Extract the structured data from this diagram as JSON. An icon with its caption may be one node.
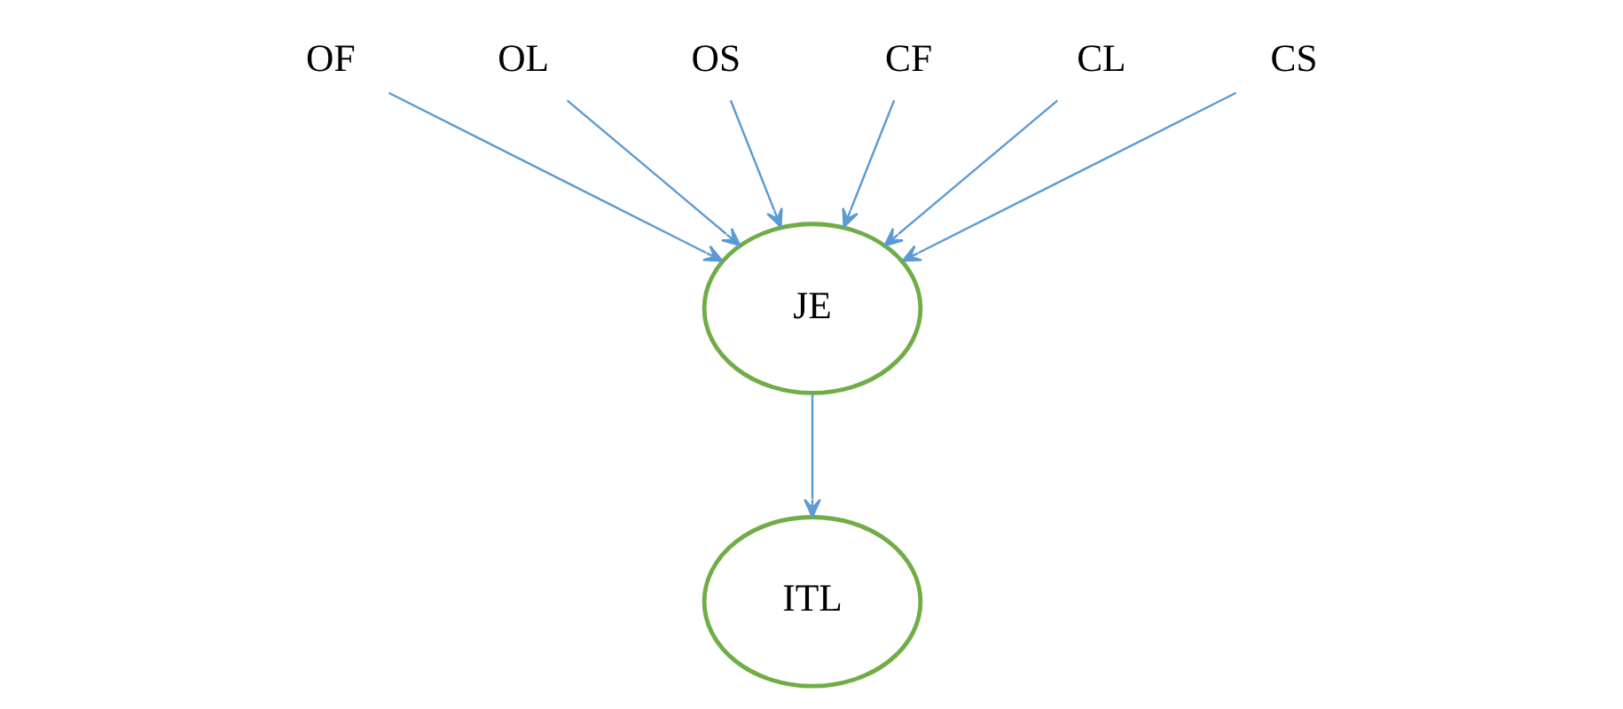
{
  "diagram": {
    "nodes": [
      {
        "text": [
          "OF"
        ]
      },
      {
        "text": [
          "OL"
        ]
      },
      {
        "text": [
          "OS"
        ]
      },
      {
        "text": [
          "JE"
        ]
      },
      {
        "text": [
          "CF"
        ]
      },
      {
        "text": [
          "CL"
        ]
      },
      {
        "text": [
          "CS"
        ]
      },
      {
        "text": [
          "ITL"
        ]
      }
    ],
    "edges": [
      {
        "from": 0,
        "to": 3,
        "arrow": "to"
      },
      {
        "from": 1,
        "to": 3,
        "arrow": "to"
      },
      {
        "from": 2,
        "to": 3,
        "arrow": "to"
      },
      {
        "from": 4,
        "to": 3,
        "arrow": "to"
      },
      {
        "from": 5,
        "to": 3,
        "arrow": "to"
      },
      {
        "from": 6,
        "to": 3,
        "arrow": "to"
      },
      {
        "from": 3,
        "to": 7,
        "arrow": "to"
      }
    ]
  }
}
